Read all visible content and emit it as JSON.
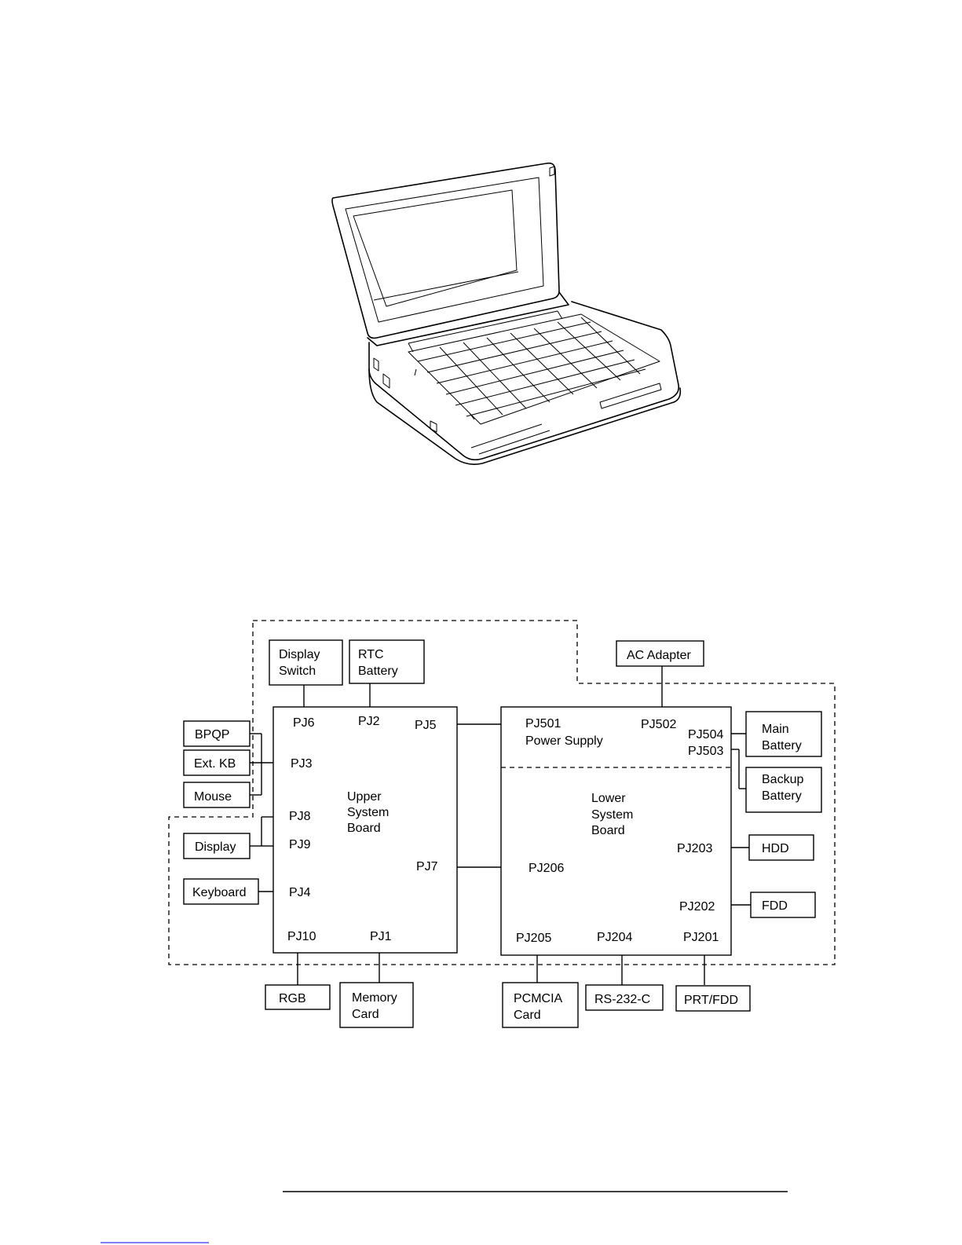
{
  "diagram": {
    "external_devices": {
      "display_switch": [
        "Display",
        "Switch"
      ],
      "rtc_battery": [
        "RTC",
        "Battery"
      ],
      "ac_adapter": "AC Adapter",
      "bpqp": "BPQP",
      "ext_kb": "Ext. KB",
      "mouse": "Mouse",
      "display": "Display",
      "keyboard": "Keyboard",
      "main_battery": [
        "Main",
        "Battery"
      ],
      "backup_battery": [
        "Backup",
        "Battery"
      ],
      "hdd": "HDD",
      "fdd": "FDD",
      "rgb": "RGB",
      "memory_card": [
        "Memory",
        "Card"
      ],
      "pcmcia_card": [
        "PCMCIA",
        "Card"
      ],
      "rs232c": "RS-232-C",
      "prt_fdd": "PRT/FDD"
    },
    "upper_board": {
      "label": [
        "Upper",
        "System",
        "Board"
      ],
      "connectors": {
        "pj6": "PJ6",
        "pj2": "PJ2",
        "pj5": "PJ5",
        "pj3": "PJ3",
        "pj8": "PJ8",
        "pj9": "PJ9",
        "pj7": "PJ7",
        "pj4": "PJ4",
        "pj10": "PJ10",
        "pj1": "PJ1"
      }
    },
    "power_supply": {
      "label": "Power Supply",
      "connectors": {
        "pj501": "PJ501",
        "pj502": "PJ502",
        "pj504": "PJ504",
        "pj503": "PJ503"
      }
    },
    "lower_board": {
      "label": [
        "Lower",
        "System",
        "Board"
      ],
      "connectors": {
        "pj206": "PJ206",
        "pj203": "PJ203",
        "pj202": "PJ202",
        "pj205": "PJ205",
        "pj204": "PJ204",
        "pj201": "PJ201"
      }
    }
  }
}
